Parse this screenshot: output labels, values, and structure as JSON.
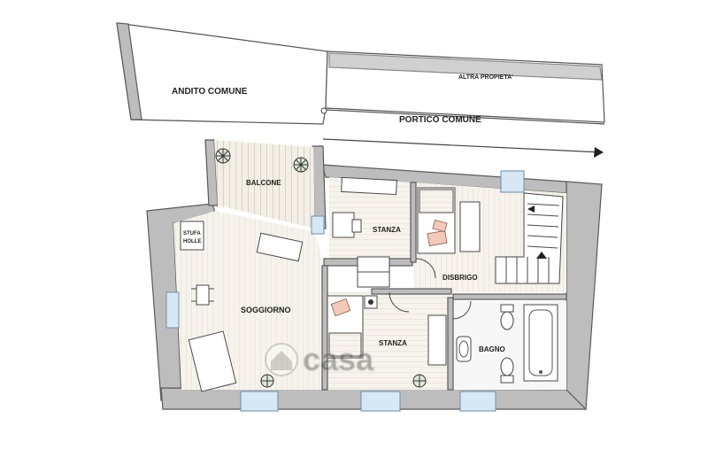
{
  "labels": {
    "andito_comune": "ANDITO COMUNE",
    "altra_proprieta": "ALTRA PROPIETA'",
    "portico_comune": "PORTICO COMUNE",
    "balcone": "BALCONE",
    "stanza_top": "STANZA",
    "stufa_line1": "STUFA",
    "stufa_line2": "HOLLE",
    "soggiorno": "SOGGIORNO",
    "disbrigo": "DISBRIGO",
    "stanza_bottom": "STANZA",
    "bagno": "BAGNO"
  },
  "watermark": "casa",
  "colors": {
    "wall": "#bdbdbd",
    "floor": "#f4f1ea",
    "window": "#d6e8f5",
    "pillow": "#f3c9b8"
  }
}
